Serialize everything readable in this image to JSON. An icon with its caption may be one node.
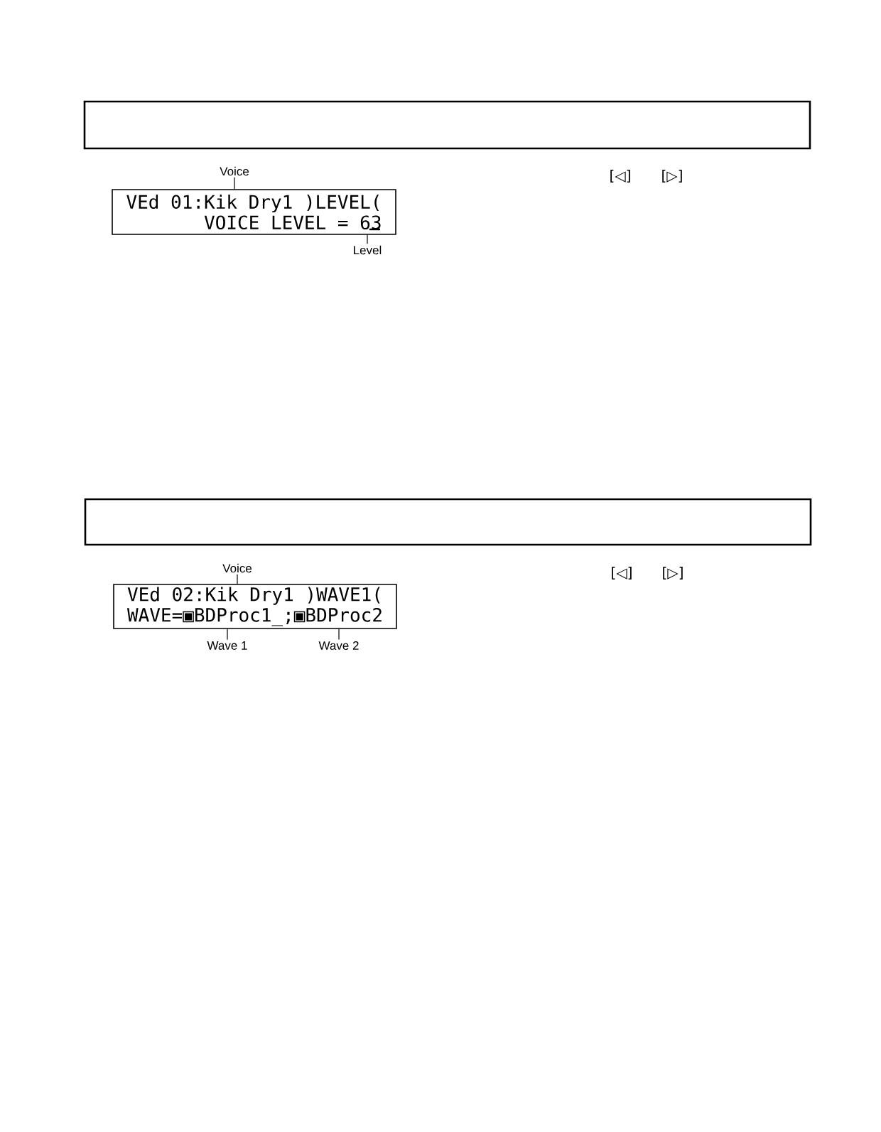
{
  "diagram": {
    "nodes": [
      {
        "text": [],
        "shape": "box"
      },
      {
        "text": [
          "Voice"
        ]
      },
      {
        "text": [
          "VEd 01:Kik Dry1 )LEVEL(",
          "VOICE LEVEL = 63"
        ]
      },
      {
        "text": [
          "Level"
        ]
      },
      {
        "text": [],
        "shape": "box"
      },
      {
        "text": [
          "Voice"
        ]
      },
      {
        "text": [
          "VEd 02:Kik Dry1 )WAVE1(",
          "WAVE=▣BDProc1_;▣BDProc2"
        ]
      },
      {
        "text": [
          "Wave 1"
        ]
      },
      {
        "text": [
          "Wave 2"
        ]
      }
    ],
    "edges": [
      {
        "from": 1,
        "to": 2,
        "arrow": "none"
      },
      {
        "from": 3,
        "to": 2,
        "arrow": "none"
      },
      {
        "from": 5,
        "to": 6,
        "arrow": "none"
      },
      {
        "from": 7,
        "to": 6,
        "arrow": "none"
      },
      {
        "from": 8,
        "to": 6,
        "arrow": "none"
      }
    ],
    "labels": [
      "[◁]",
      "[▷]",
      "[◁]",
      "[▷]"
    ]
  }
}
